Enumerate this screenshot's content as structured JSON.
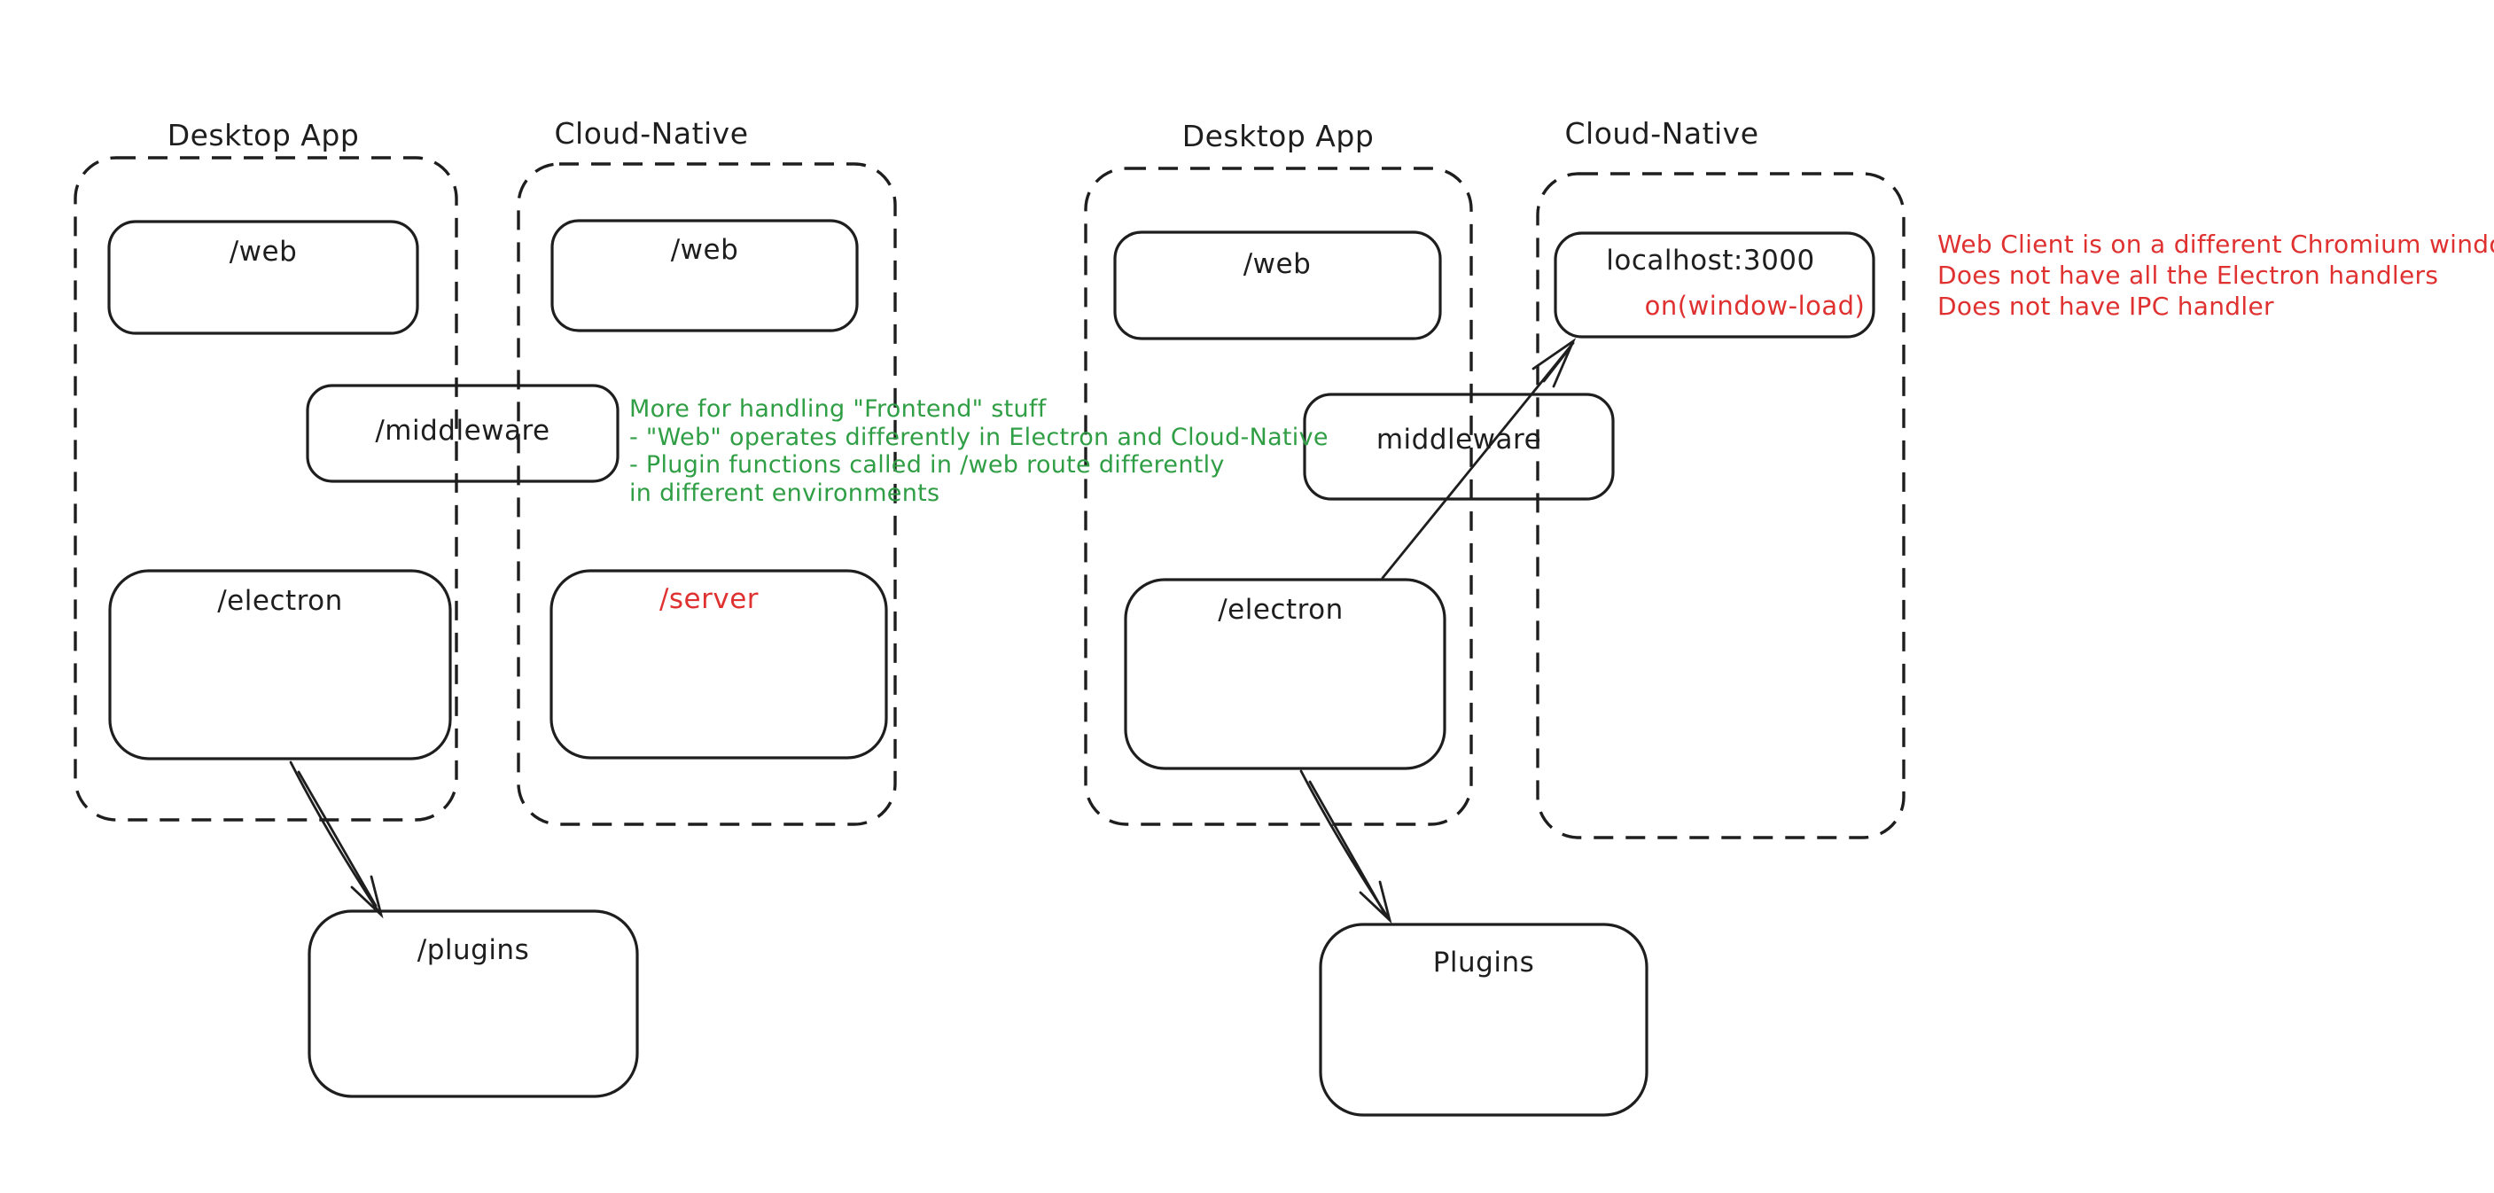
{
  "colors": {
    "stroke": "#1e1e1e",
    "red": "#e03131",
    "green": "#2f9e44",
    "background": "#ffffff"
  },
  "left": {
    "desktop_label": "Desktop App",
    "cloud_label": "Cloud-Native",
    "web_desktop": "/web",
    "web_cloud": "/web",
    "middleware": "/middleware",
    "electron": "/electron",
    "server": "/server",
    "plugins": "/plugins",
    "note": {
      "color": "#2f9e44",
      "lines": [
        "More for handling \"Frontend\" stuff",
        "- \"Web\" operates differently in Electron and Cloud-Native",
        "- Plugin functions called in /web route differently",
        "in different environments"
      ]
    }
  },
  "right": {
    "desktop_label": "Desktop App",
    "cloud_label": "Cloud-Native",
    "web": "/web",
    "localhost": "localhost:3000",
    "window_load": "on(window-load)",
    "middleware": "middleware",
    "electron": "/electron",
    "plugins": "Plugins",
    "note": {
      "color": "#e03131",
      "lines": [
        "Web Client is on a different Chromium window",
        "Does not have all the Electron handlers",
        "Does not have IPC handler"
      ]
    }
  }
}
